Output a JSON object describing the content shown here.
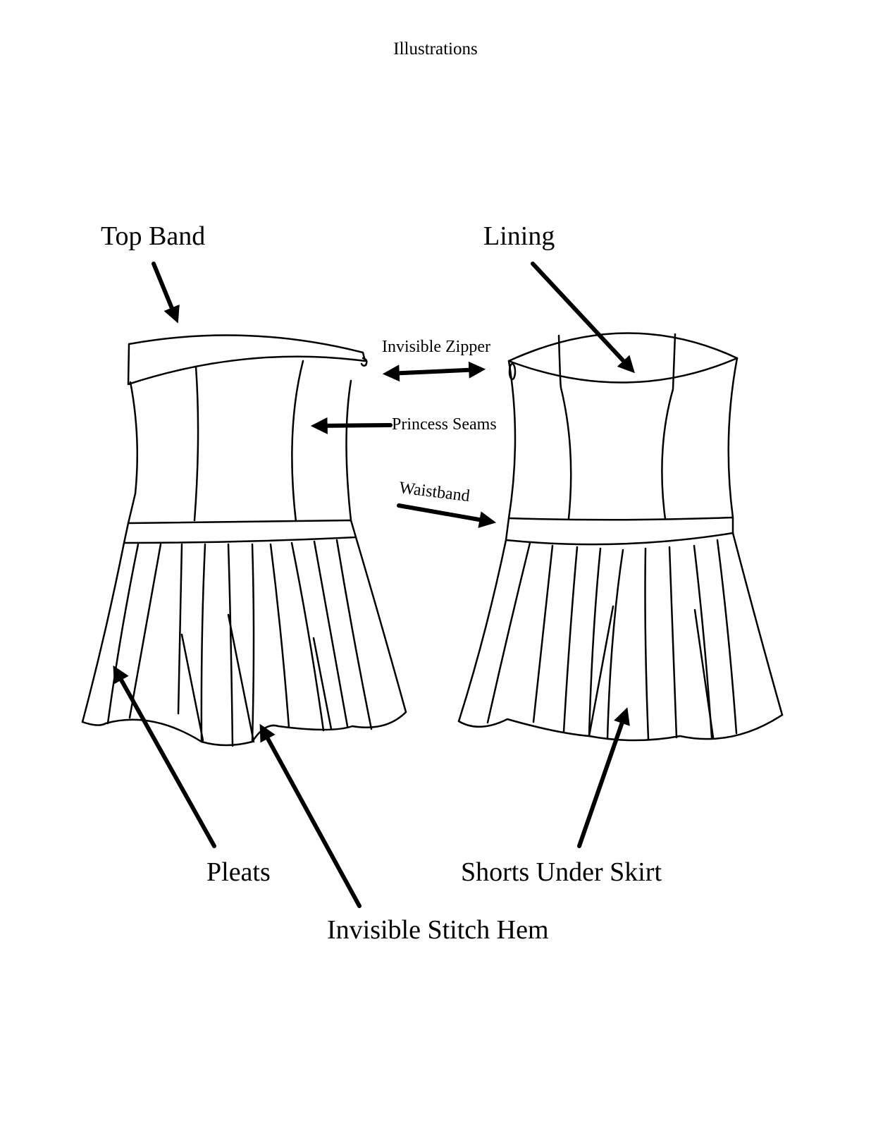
{
  "header": {
    "title": "Illustrations"
  },
  "labels": {
    "top_band": "Top Band",
    "lining": "Lining",
    "invisible_zipper": "Invisible Zipper",
    "princess_seams": "Princess Seams",
    "waistband": "Waistband",
    "pleats": "Pleats",
    "shorts_under_skirt": "Shorts Under Skirt",
    "invisible_stitch_hem": "Invisible Stitch Hem"
  },
  "icons": [
    "arrow-icon",
    "double-arrow-icon"
  ],
  "colors": {
    "line": "#000000",
    "background": "#ffffff"
  }
}
